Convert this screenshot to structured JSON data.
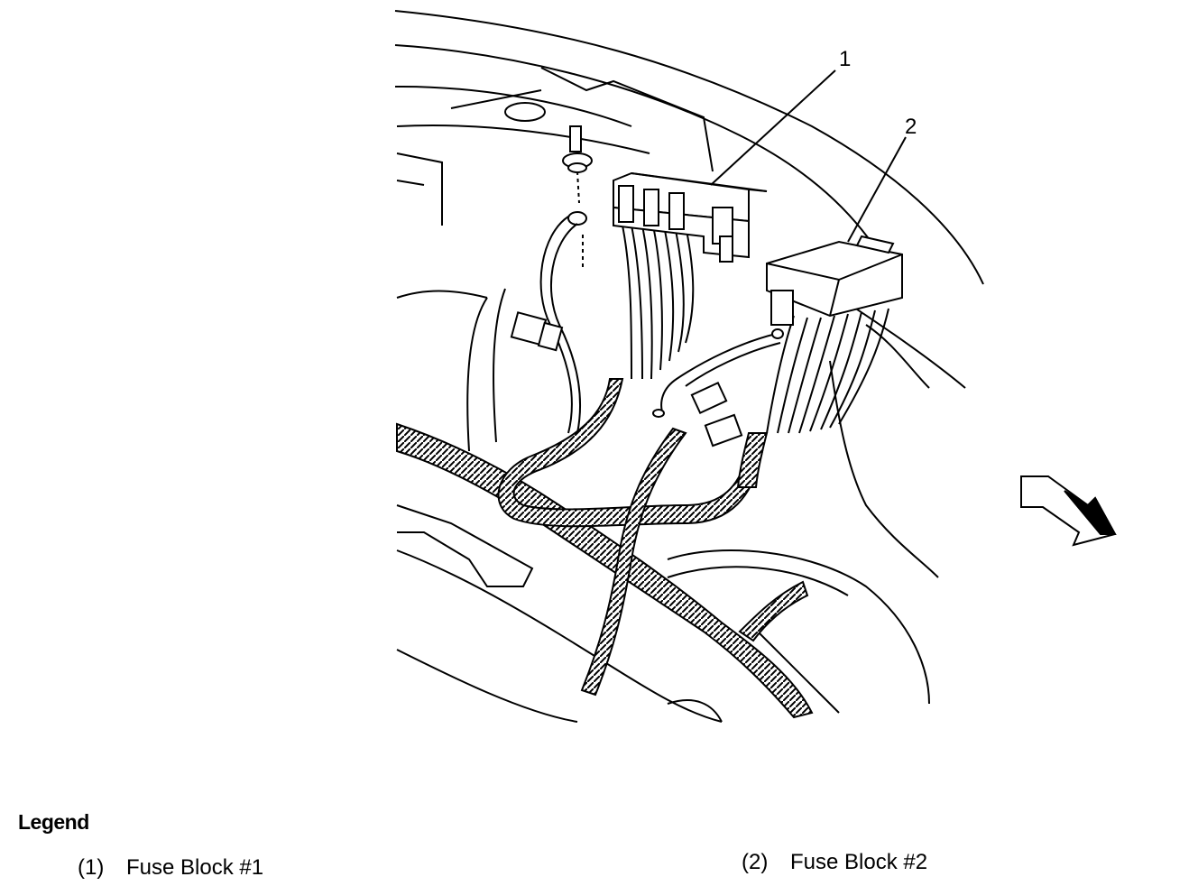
{
  "callouts": [
    {
      "id": "1"
    },
    {
      "id": "2"
    }
  ],
  "legend": {
    "title": "Legend",
    "items": [
      {
        "num": "(1)",
        "label": "Fuse Block #1"
      },
      {
        "num": "(2)",
        "label": "Fuse Block #2"
      }
    ]
  }
}
